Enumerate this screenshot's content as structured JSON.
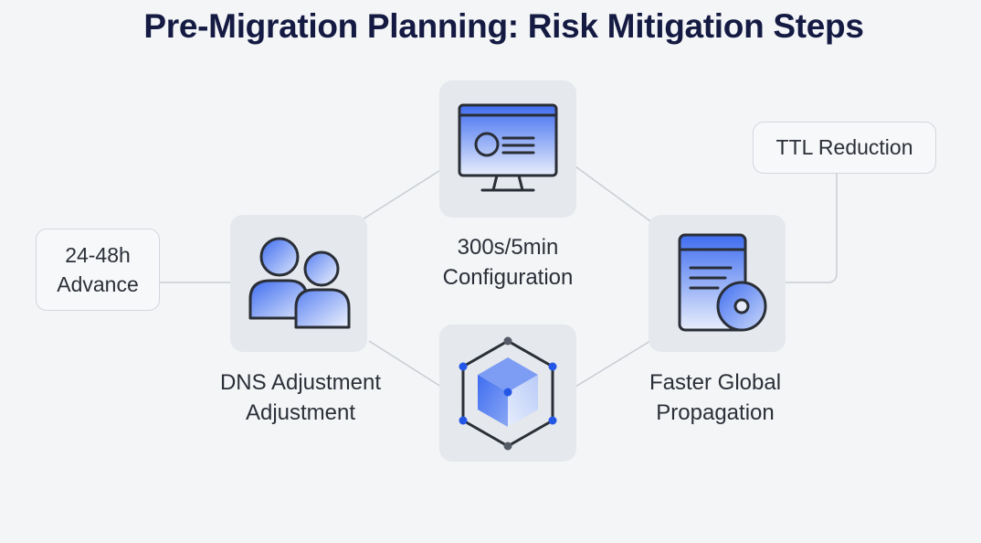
{
  "title": "Pre-Migration Planning: Risk Mitigation Steps",
  "callouts": {
    "advance": [
      "24-48h",
      "Advance"
    ],
    "ttl": "TTL Reduction"
  },
  "labels": {
    "config": [
      "300s/5min",
      "Configuration"
    ],
    "dns": [
      "DNS Adjustment",
      "Adjustment"
    ],
    "propagation": [
      "Faster Global",
      "Propagation"
    ]
  },
  "colors": {
    "title": "#141a42",
    "accent": "#3f6df0",
    "tile_bg": "#e5e8ec",
    "icon_stroke": "#2a2e36",
    "line": "#c9cdd3"
  },
  "icons": {
    "top": "monitor-icon",
    "left": "users-icon",
    "right": "mobile-document-icon",
    "bottom": "network-cube-icon"
  }
}
